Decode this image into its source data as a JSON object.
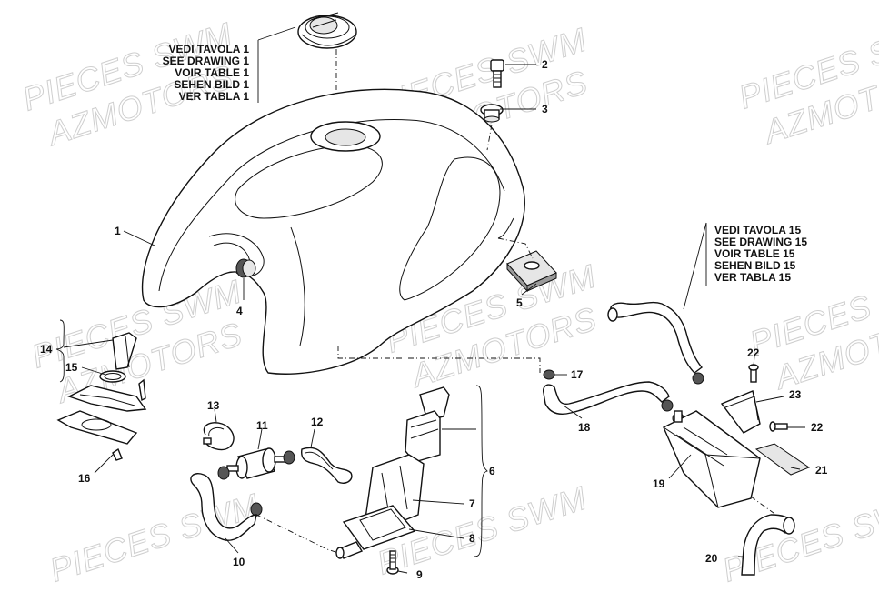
{
  "watermarks": [
    "PIECES SWM",
    "AZMOTORS"
  ],
  "references": {
    "tank_drawing_ref": [
      "VEDI TAVOLA 1",
      "SEE DRAWING 1",
      "VOIR TABLE 1",
      "SEHEN BILD 1",
      "VER TABLA 1"
    ],
    "canister_drawing_ref": [
      "VEDI TAVOLA 15",
      "SEE DRAWING 15",
      "VOIR TABLE 15",
      "SEHEN BILD 15",
      "VER TABLA 15"
    ]
  },
  "callouts": {
    "p1": "1",
    "p2": "2",
    "p3": "3",
    "p4": "4",
    "p5": "5",
    "p6": "6",
    "p7": "7",
    "p8": "8",
    "p9": "9",
    "p10": "10",
    "p11": "11",
    "p12": "12",
    "p13": "13",
    "p14": "14",
    "p15": "15",
    "p16": "16",
    "p17": "17",
    "p18": "18",
    "p19": "19",
    "p20": "20",
    "p21": "21",
    "p22a": "22",
    "p22b": "22",
    "p23": "23"
  }
}
